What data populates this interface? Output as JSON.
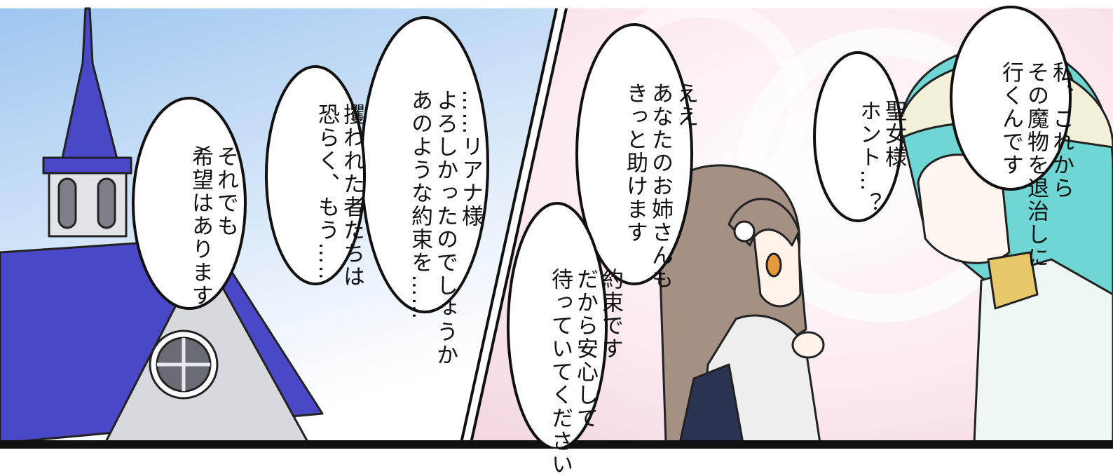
{
  "colors": {
    "sky": "#bcd7f4",
    "roof": "#4b48c8",
    "wall": "#d6d8de",
    "pink": "#fbe6ec",
    "hair_brown": "#a49084",
    "hair_teal": "#70d6d3",
    "ink": "#111111"
  },
  "panels": {
    "left": {
      "bubbles": [
        {
          "lines": [
            "……リアナ様",
            "よろしかったのでしょうか",
            "あのような約束を……"
          ]
        },
        {
          "lines": [
            "攫われた者たちは",
            "恐らく、もう……"
          ]
        },
        {
          "lines": [
            "それでも",
            "希望はあります"
          ]
        }
      ]
    },
    "right": {
      "bubbles": [
        {
          "lines": [
            "私、これから",
            "その魔物を退治しに",
            "行くんです"
          ]
        },
        {
          "lines": [
            "聖女様",
            "ホント…？"
          ]
        },
        {
          "lines": [
            "ええ",
            "あなたのお姉さんも",
            "きっと助けます"
          ]
        },
        {
          "lines": [
            "約束です",
            "だから安心して",
            "待っていてください"
          ]
        }
      ]
    }
  }
}
